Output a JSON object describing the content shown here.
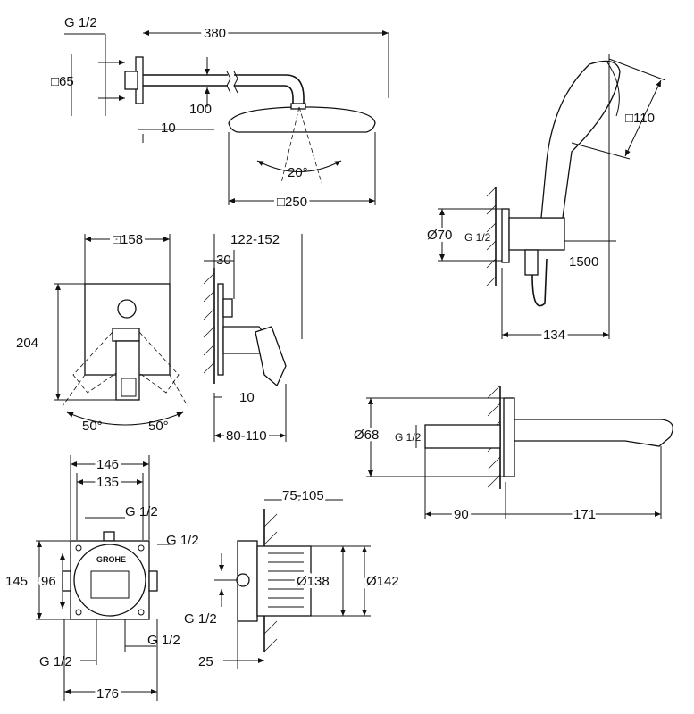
{
  "title": "Shower system installation dimensions",
  "brand_logo": "GROHE",
  "shower_head": {
    "thread": "G 1/2",
    "arm_length": "380",
    "flange": "□65",
    "drop": "100",
    "offset": "10",
    "tilt": "20°",
    "head_size": "□250"
  },
  "hand_shower": {
    "head_size": "□110",
    "outlet_diameter": "Ø70",
    "thread": "G 1/2",
    "hose_length": "1500",
    "projection": "134"
  },
  "trim": {
    "plate_size": "□158",
    "depth_range": "122-152",
    "handle_offset": "30",
    "height": "204",
    "wall_gap": "10",
    "angle_left": "50°",
    "angle_right": "50°",
    "install_depth": "80-110"
  },
  "spout": {
    "diameter": "Ø68",
    "thread": "G 1/2",
    "wall_depth": "90",
    "projection": "171"
  },
  "valve_body": {
    "width_outer": "146",
    "width_inner": "135",
    "thread_top": "G 1/2",
    "thread_right": "G 1/2",
    "height_outer": "145",
    "height_inner": "96",
    "depth_range": "75-105",
    "diameter_inner": "Ø138",
    "diameter_outer": "Ø142",
    "thread_side_lower": "G 1/2",
    "thread_bottom_right": "G 1/2",
    "thread_bottom_left": "G 1/2",
    "min_depth": "25",
    "width_total": "176"
  }
}
